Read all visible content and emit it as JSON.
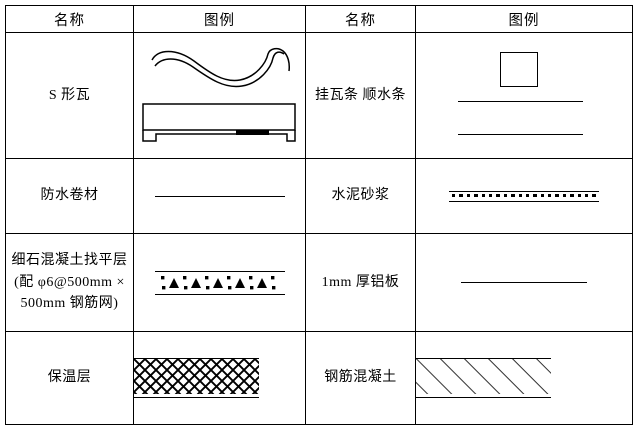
{
  "table": {
    "headers": [
      "名称",
      "图例",
      "名称",
      "图例"
    ],
    "rows": [
      {
        "left": {
          "name_lines": [
            "S 形瓦"
          ],
          "symbol": "s-tile-profile-and-section"
        },
        "right": {
          "name_lines": [
            "挂瓦条 顺水条"
          ],
          "symbol": "batten-square-and-two-lines"
        }
      },
      {
        "left": {
          "name_lines": [
            "防水卷材"
          ],
          "symbol": "single-solid-line"
        },
        "right": {
          "name_lines": [
            "水泥砂浆"
          ],
          "symbol": "dotted-band"
        }
      },
      {
        "left": {
          "name_lines": [
            "细石混凝土找平层",
            "(配 φ6@500mm ×",
            "500mm 钢筋网)"
          ],
          "symbol": "fine-stone-concrete-band"
        },
        "right": {
          "name_lines": [
            "1mm 厚铝板"
          ],
          "symbol": "thin-solid-line"
        }
      },
      {
        "left": {
          "name_lines": [
            "保温层"
          ],
          "symbol": "insulation-cross-hatch-band"
        },
        "right": {
          "name_lines": [
            "钢筋混凝土"
          ],
          "symbol": "reinforced-concrete-diagonal-hatch-band"
        }
      }
    ]
  },
  "colors": {
    "line": "#000000",
    "background": "#ffffff"
  }
}
